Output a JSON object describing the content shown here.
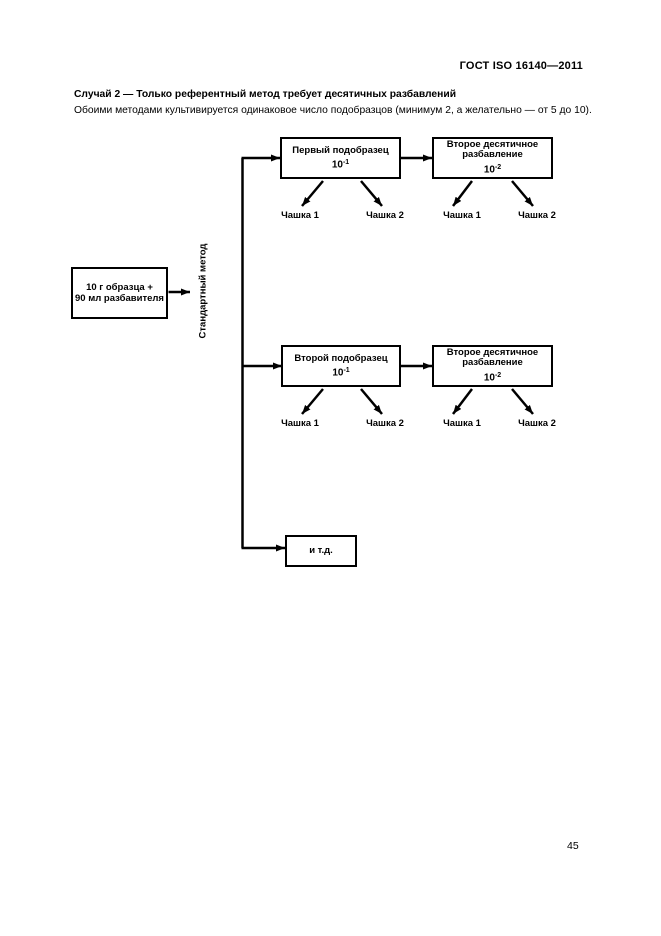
{
  "page": {
    "header": "ГОСТ ISO 16140—2011",
    "title": "Случай 2 — Только референтный метод требует десятичных разбавлений",
    "subtitle": "Обоими методами культивируется одинаковое число подобразцов (минимум 2, а желательно — от 5 до 10).",
    "page_number": "45"
  },
  "flowchart": {
    "sample_box": {
      "line1": "10 г образца +",
      "line2": "90 мл разбавителя"
    },
    "method_label": "Стандартный метод",
    "rows": [
      {
        "subsample_title": "Первый подобразец",
        "subsample_dilution_base": "10",
        "subsample_dilution_exp": "-1",
        "dilution_title": "Второе десятичное разбавление",
        "dilution_base": "10",
        "dilution_exp": "-2",
        "plates": [
          "Чашка 1",
          "Чашка 2",
          "Чашка 1",
          "Чашка 2"
        ]
      },
      {
        "subsample_title": "Второй подобразец",
        "subsample_dilution_base": "10",
        "subsample_dilution_exp": "-1",
        "dilution_title": "Второе десятичное разбавление",
        "dilution_base": "10",
        "dilution_exp": "-2",
        "plates": [
          "Чашка 1",
          "Чашка 2",
          "Чашка 1",
          "Чашка 2"
        ]
      }
    ],
    "etc_label": "и т.д.",
    "colors": {
      "ink": "#000000",
      "paper": "#ffffff"
    }
  }
}
